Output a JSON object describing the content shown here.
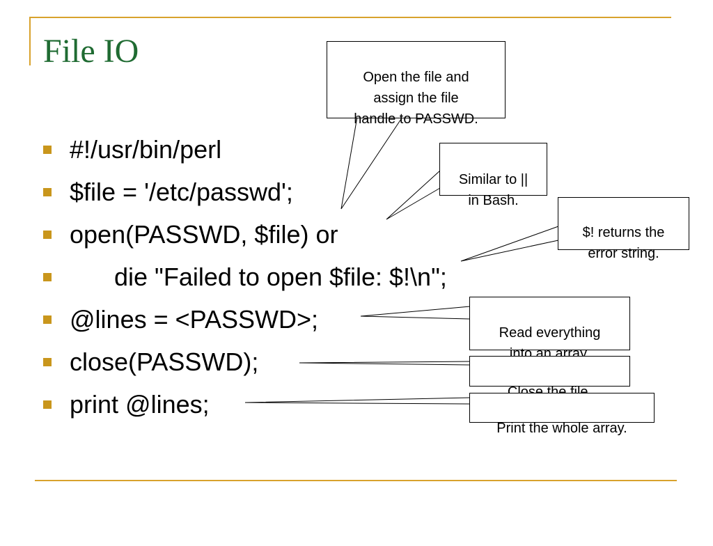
{
  "slide": {
    "title": "File IO",
    "bullets": [
      {
        "text": "#!/usr/bin/perl",
        "indent": false
      },
      {
        "text": "$file = '/etc/passwd';",
        "indent": false
      },
      {
        "text": "open(PASSWD, $file) or",
        "indent": false
      },
      {
        "text": "die \"Failed to open $file: $!\\n\";",
        "indent": true
      },
      {
        "text": "@lines = <PASSWD>;",
        "indent": false
      },
      {
        "text": "close(PASSWD);",
        "indent": false
      },
      {
        "text": "print @lines;",
        "indent": false
      }
    ],
    "callouts": {
      "open": "Open the file and\nassign the file\nhandle to PASSWD.",
      "or": "Similar to ||\nin Bash.",
      "error": "$! returns the\nerror string.",
      "read": "Read everything\ninto an array.",
      "close": "Close the file.",
      "print": "Print the whole array."
    }
  },
  "colors": {
    "accent_gold": "#d8a22c",
    "bullet_gold": "#c9961c",
    "title_green": "#1f6b32"
  }
}
